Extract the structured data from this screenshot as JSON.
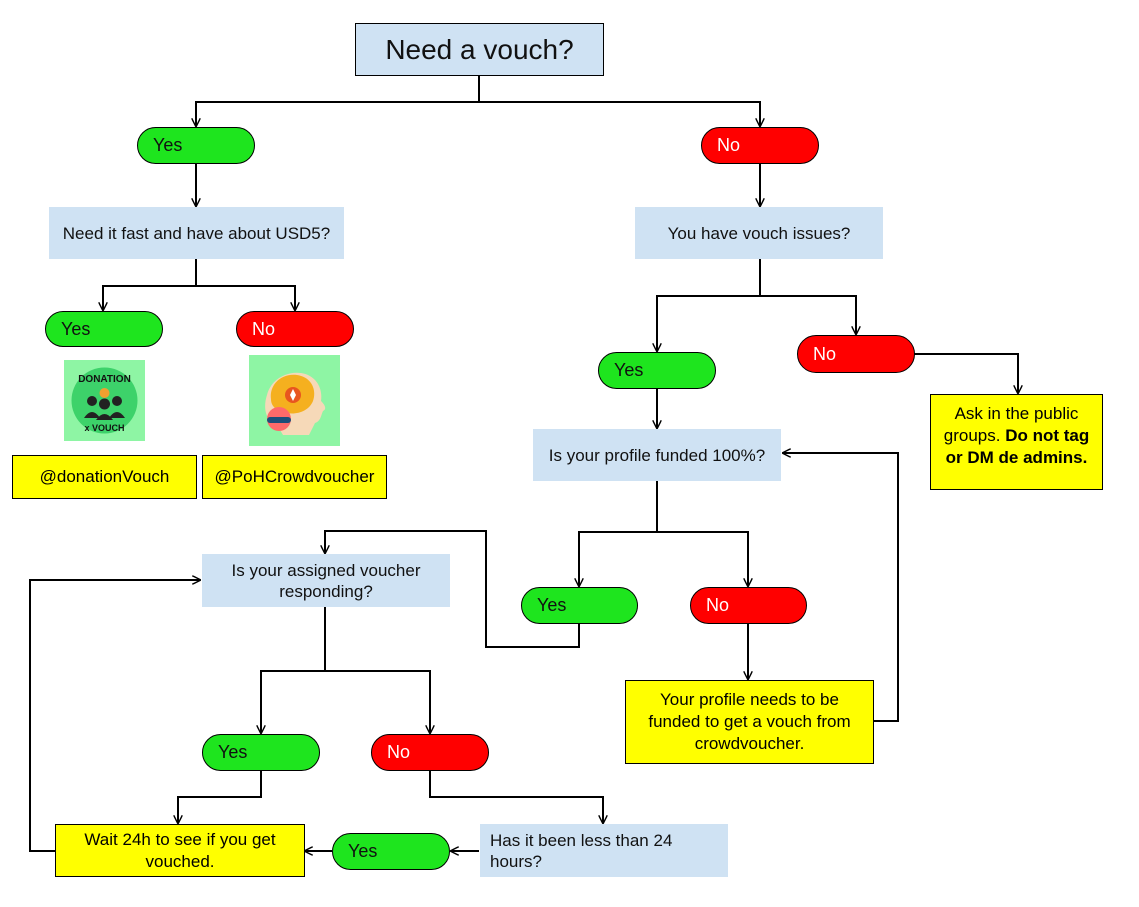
{
  "title": "Need a vouch?",
  "left": {
    "yes": "Yes",
    "question": "Need it fast and have about USD5?",
    "yes2": "Yes",
    "no2": "No",
    "donation_logo": {
      "text_top": "DONATION",
      "text_bottom": "x VOUCH"
    },
    "donation_handle": "@donationVouch",
    "crowd_handle": "@PoHCrowdvoucher"
  },
  "right": {
    "no": "No",
    "question": "You have vouch issues?",
    "yes": "Yes",
    "no2": "No",
    "public_note_normal": "Ask in the public groups. ",
    "public_note_bold": "Do not tag or DM de admins.",
    "funded_question": "Is your profile funded 100%?",
    "funded_yes": "Yes",
    "funded_no": "No",
    "funded_note": "Your profile needs to be funded to get a vouch from crowdvoucher."
  },
  "bottom": {
    "voucher_question": "Is your assigned voucher responding?",
    "yes": "Yes",
    "no": "No",
    "time_question": "Has it been less than 24 hours?",
    "time_yes": "Yes",
    "wait_note": "Wait 24h to see if you get vouched."
  },
  "colors": {
    "question": "#cfe2f3",
    "yes": "#1ee51e",
    "no": "#ff0000",
    "note": "#ffff00",
    "logo_bg": "#8ef5a4"
  }
}
